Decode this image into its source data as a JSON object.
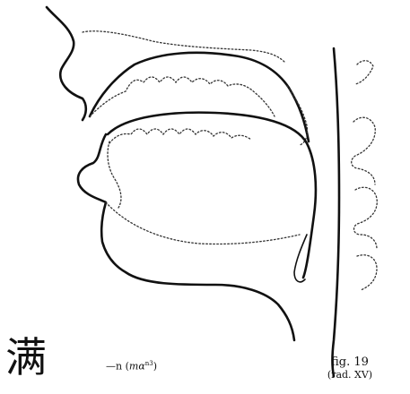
{
  "character": "满",
  "transcription": {
    "prefix": "—n",
    "open": "(",
    "syllable": "mα",
    "superscript": "n3",
    "close": ")"
  },
  "caption": {
    "figure": "fig. 19",
    "radical": "(rad. XV)"
  },
  "colors": {
    "ink": "#111111",
    "paper": "#ffffff"
  }
}
